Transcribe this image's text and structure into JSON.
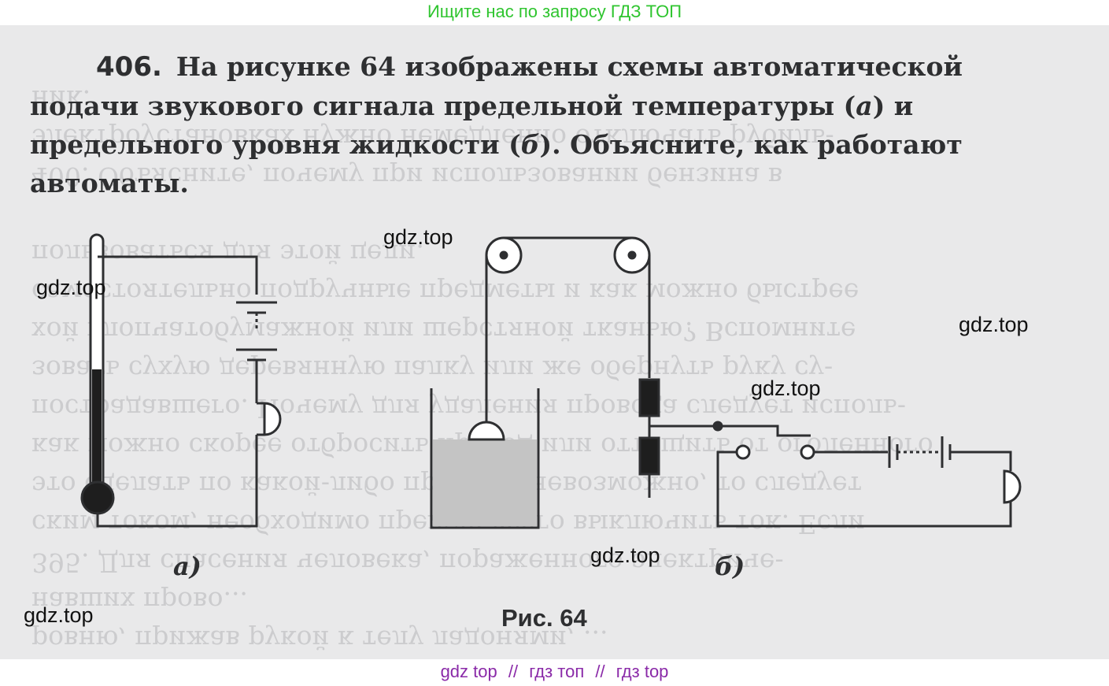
{
  "banner": {
    "text": "Ищите нас по запросу ГДЗ ТОП",
    "color": "#2fc52f"
  },
  "problem": {
    "number": "406.",
    "text_1": "На рисунке 64 изображены схемы автоматической подачи звукового сигнала предельной температуры (",
    "label_a": "а",
    "text_2": ") и предельного уровня жидкости (",
    "label_b": "б",
    "text_3": "). Объясните, как работают автоматы."
  },
  "figure": {
    "caption": "Рис. 64",
    "label_a": "а)",
    "label_b": "б)"
  },
  "bleed_through": "ровню, прижав рукой к телу ладонями, ...\nнавших прово...\n395. Для спасения человека, пораженного электриче-\nским током, необходимо прежде всего выключить ток. Если\nэто сделать по какой-либо причине невозможно, то следует\nкак можно скорее отбросить провод или оттащить от оголенного\nпострадавшего. Почему для удаления провода следует исполь-\nзовать сухую деревянную палку или же обернуть руку су-\nхой хлопчатобумажной или шерстяной тканью? Вспомните\nсамостоятельно подручные предметы и как можно быстрее\nпользоваться для этой цели.\n\n400. Объясните, почему при использовании бензина в\nэлектроустановках нужно немедленно отключать рубиль-\nник.",
  "watermarks": [
    "gdz.top",
    "gdz.top",
    "gdz.top",
    "gdz.top",
    "gdz.top",
    "gdz.top"
  ],
  "bottom_links": [
    "gdz top",
    "//",
    "гдз топ",
    "//",
    "гдз top"
  ],
  "colors": {
    "page": "#e9e9ea",
    "ink": "#2e2f31",
    "liquid": "#c4c4c4",
    "link": "#8a2aa8"
  }
}
